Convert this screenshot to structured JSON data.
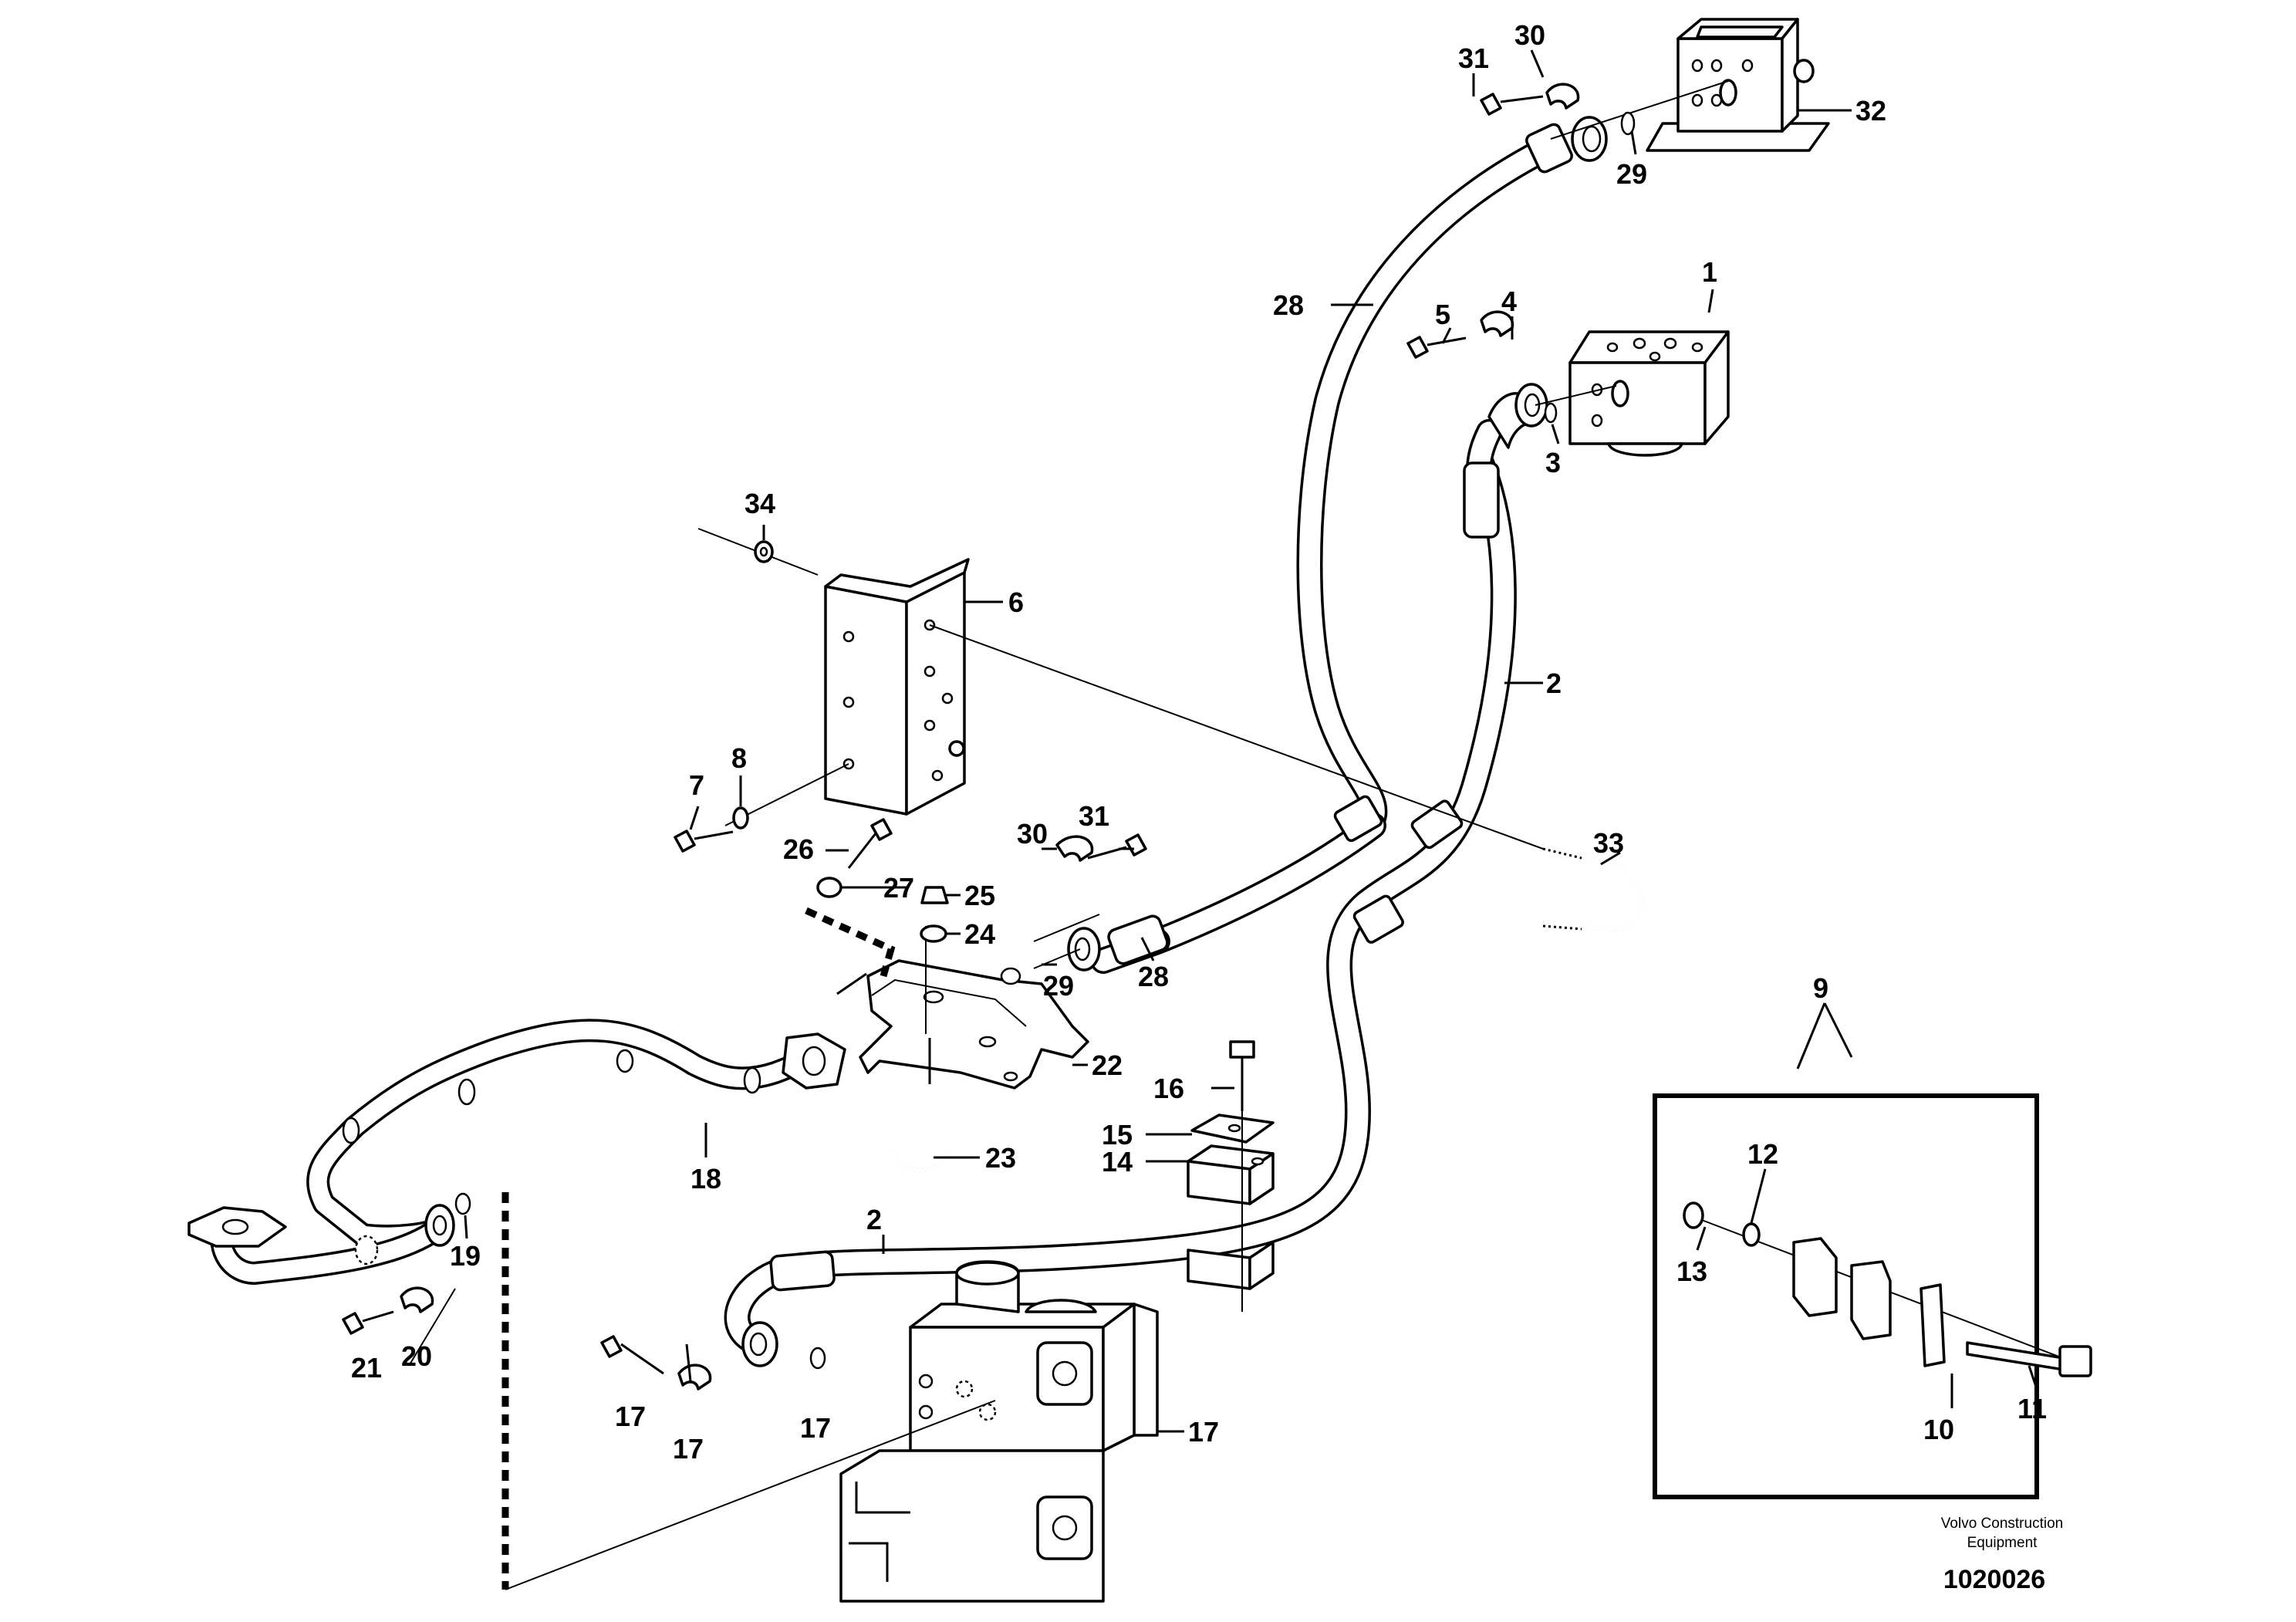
{
  "labels": {
    "l1": "1",
    "l2a": "2",
    "l2b": "2",
    "l3": "3",
    "l4": "4",
    "l5": "5",
    "l6": "6",
    "l7": "7",
    "l8": "8",
    "l9": "9",
    "l10": "10",
    "l11": "11",
    "l12": "12",
    "l13": "13",
    "l14": "14",
    "l15": "15",
    "l16": "16",
    "l17a": "17",
    "l17b": "17",
    "l17c": "17",
    "l17d": "17",
    "l18": "18",
    "l19": "19",
    "l20": "20",
    "l21": "21",
    "l22": "22",
    "l23": "23",
    "l24": "24",
    "l25": "25",
    "l26": "26",
    "l27": "27",
    "l28a": "28",
    "l28b": "28",
    "l29a": "29",
    "l29b": "29",
    "l30a": "30",
    "l30b": "30",
    "l31a": "31",
    "l31b": "31",
    "l32": "32",
    "l33": "33",
    "l34": "34"
  },
  "credit": {
    "line1": "Volvo Construction",
    "line2": "Equipment"
  },
  "document_number": "1020026"
}
